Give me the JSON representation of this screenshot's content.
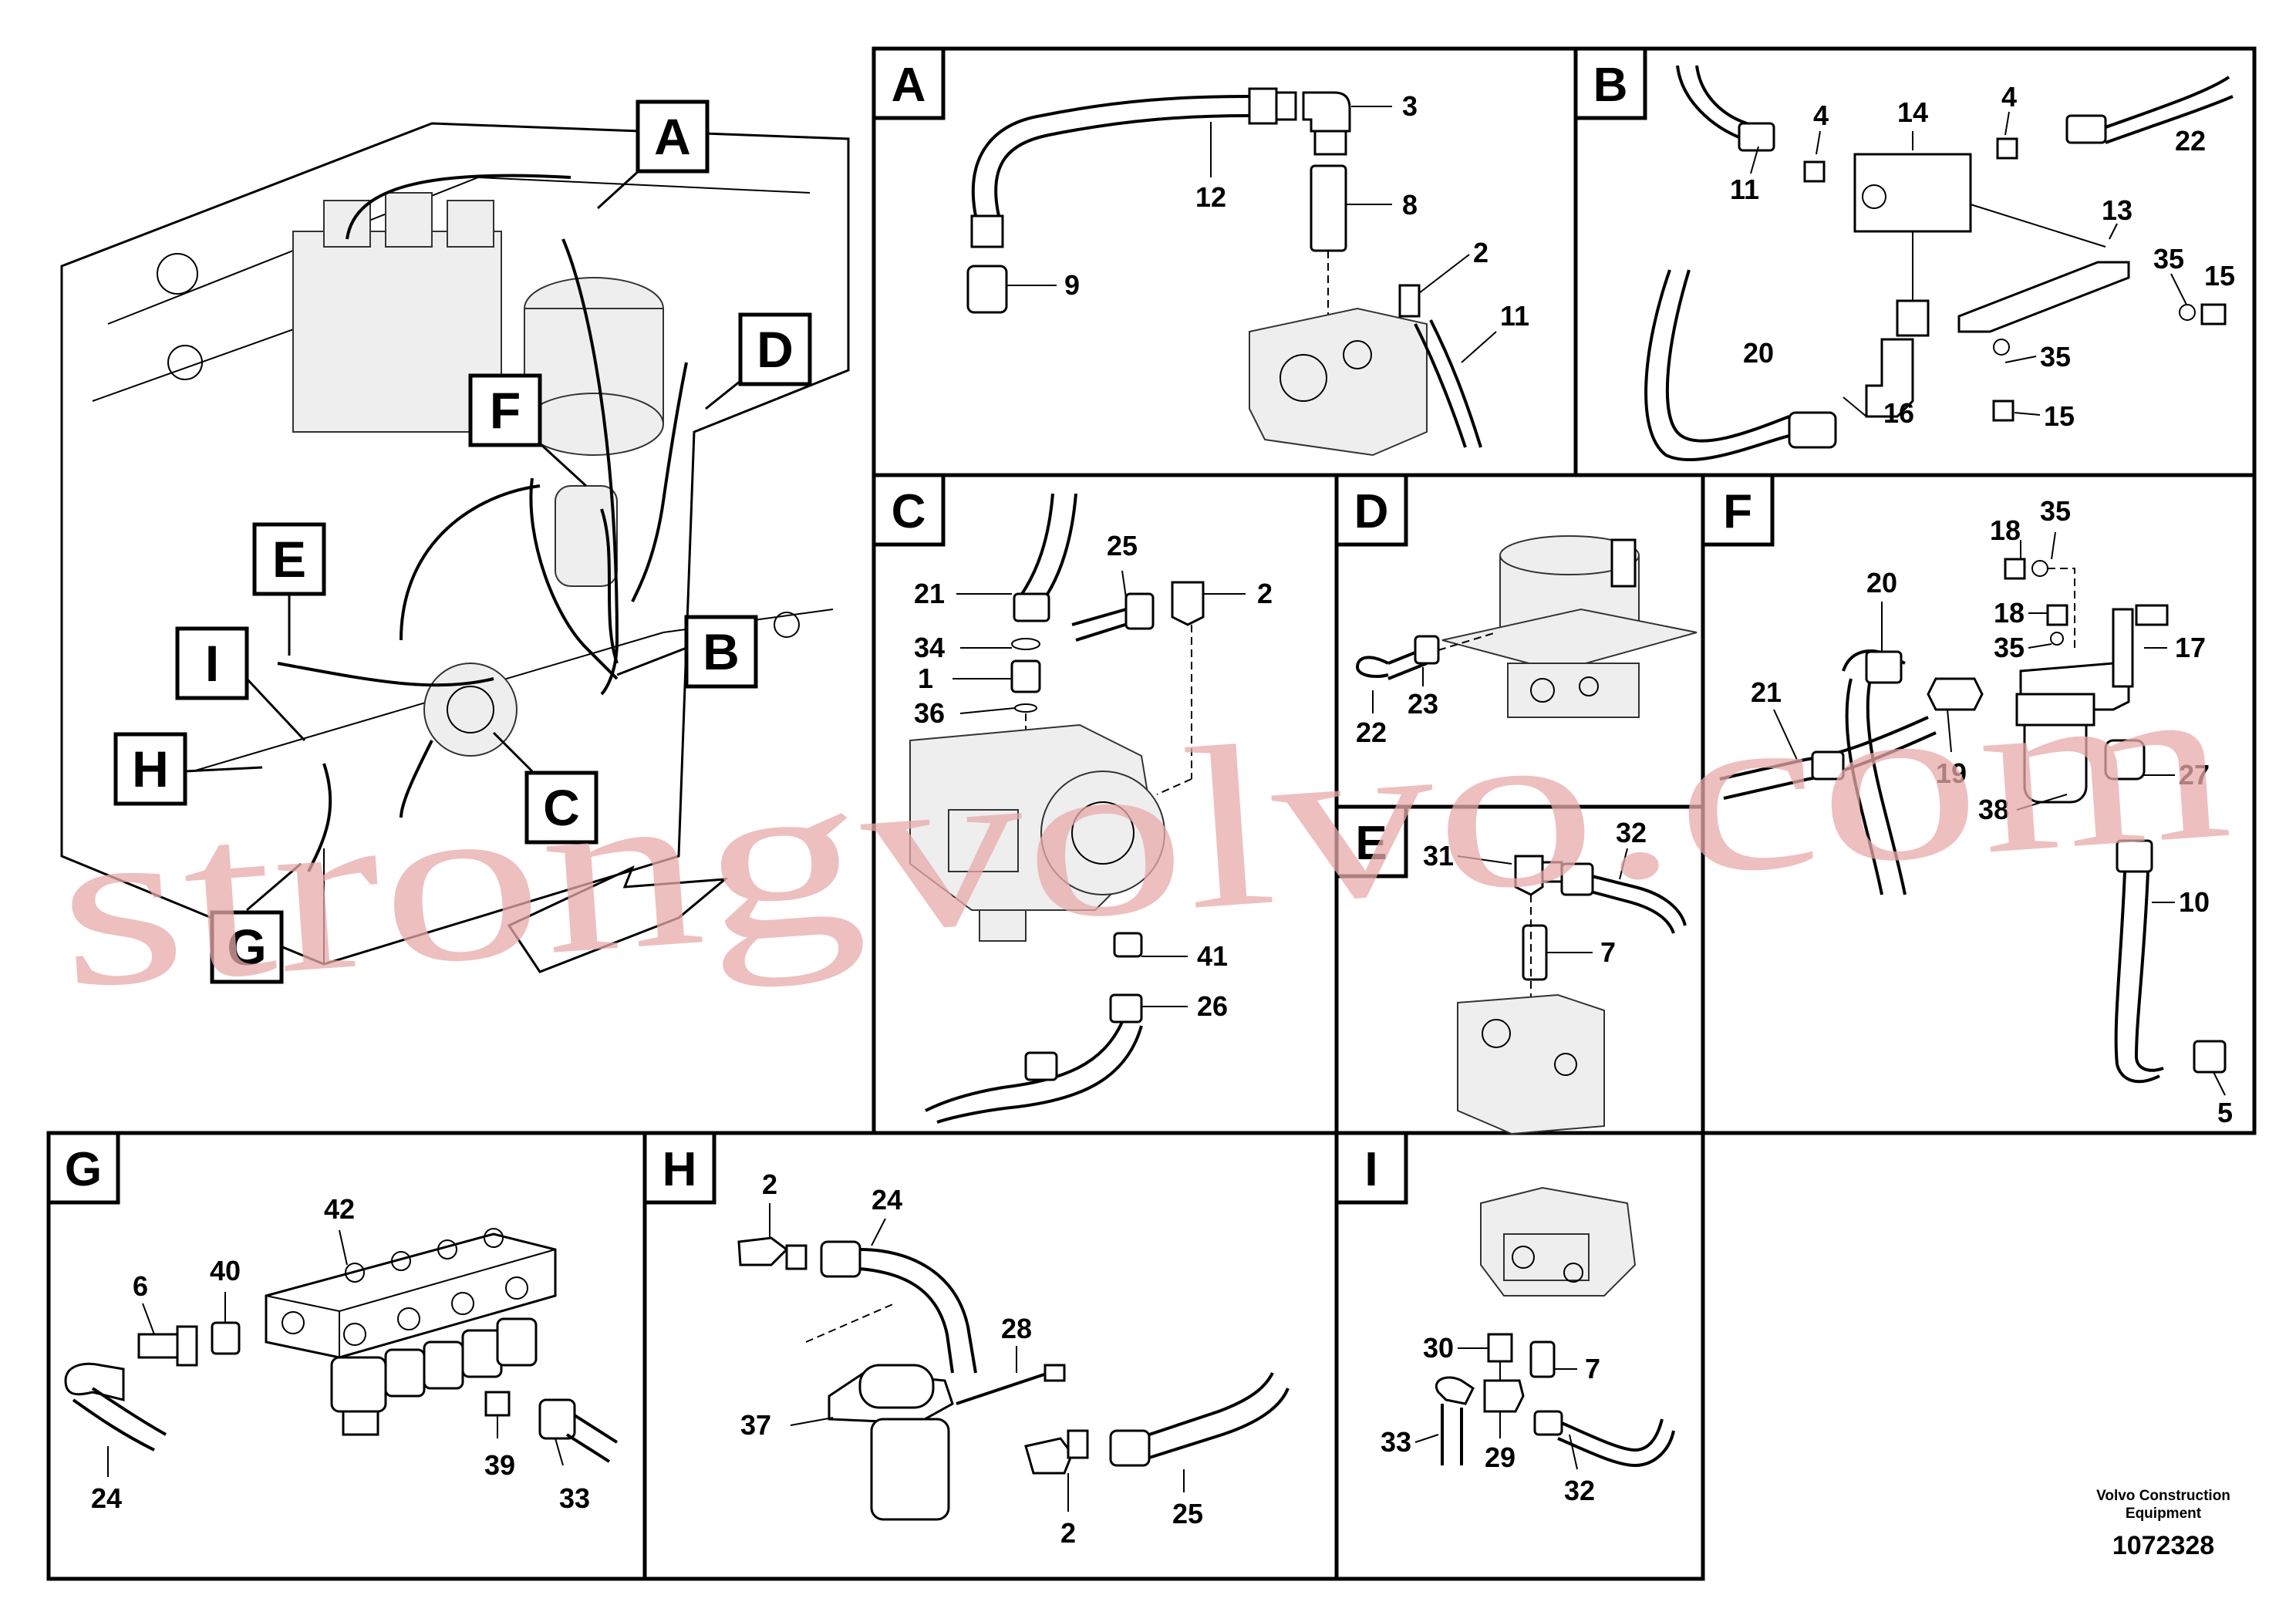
{
  "overview": {
    "callouts": [
      "A",
      "B",
      "C",
      "D",
      "E",
      "F",
      "G",
      "H",
      "I"
    ]
  },
  "sections": {
    "A": {
      "title": "A",
      "labels": [
        "12",
        "3",
        "8",
        "9",
        "2",
        "11"
      ]
    },
    "B": {
      "title": "B",
      "labels": [
        "4",
        "14",
        "4",
        "11",
        "22",
        "13",
        "35",
        "15",
        "20",
        "16",
        "35",
        "15"
      ]
    },
    "C": {
      "title": "C",
      "labels": [
        "25",
        "21",
        "2",
        "34",
        "1",
        "36",
        "41",
        "26"
      ]
    },
    "D": {
      "title": "D",
      "labels": [
        "22",
        "23"
      ]
    },
    "E": {
      "title": "E",
      "labels": [
        "31",
        "32",
        "7"
      ]
    },
    "F": {
      "title": "F",
      "labels": [
        "18",
        "35",
        "20",
        "18",
        "35",
        "17",
        "21",
        "19",
        "27",
        "38",
        "10",
        "5"
      ]
    },
    "G": {
      "title": "G",
      "labels": [
        "42",
        "40",
        "6",
        "24",
        "39",
        "33"
      ]
    },
    "H": {
      "title": "H",
      "labels": [
        "2",
        "24",
        "28",
        "37",
        "2",
        "25"
      ]
    },
    "I": {
      "title": "I",
      "labels": [
        "30",
        "7",
        "33",
        "29",
        "32"
      ]
    }
  },
  "watermark": "strongvolvo.com",
  "footer": {
    "company_line1": "Volvo Construction",
    "company_line2": "Equipment",
    "drawing_number": "1072328"
  }
}
